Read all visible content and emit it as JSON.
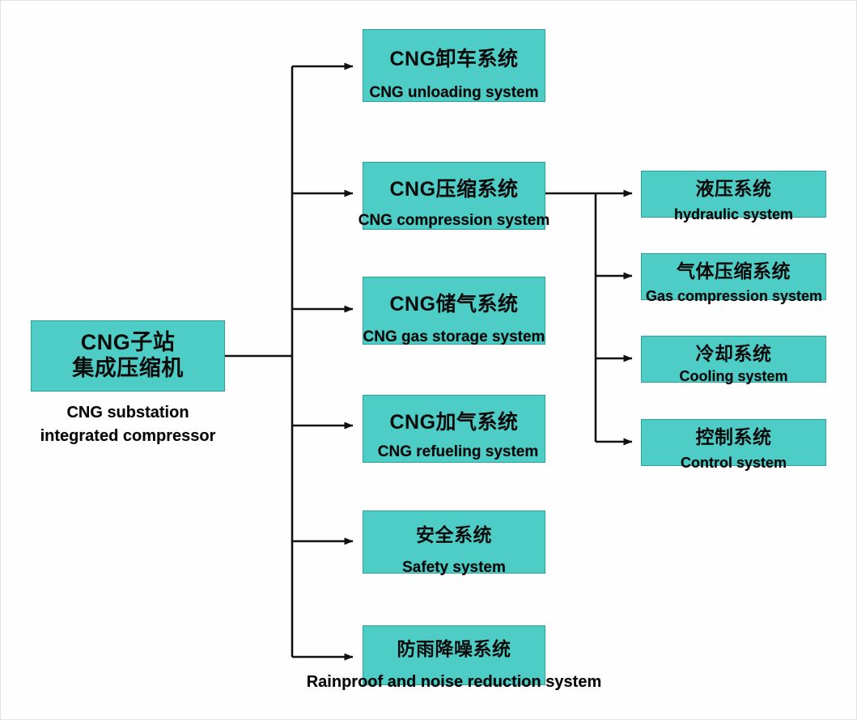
{
  "diagram": {
    "title": "CNG substation integrated compressor system breakdown",
    "colors": {
      "node_fill": "#4ecdc6",
      "node_border": "#2f9f99",
      "connector": "#111111",
      "text": "#0b0b0b",
      "background": "#fefefe"
    },
    "root": {
      "cn": "CNG子站\n集成压缩机",
      "en": "CNG substation\nintegrated compressor",
      "en_line1": "CNG substation",
      "en_line2": "integrated compressor"
    },
    "level2": [
      {
        "cn": "CNG卸车系统",
        "en": "CNG unloading system"
      },
      {
        "cn": "CNG压缩系统",
        "en": "CNG compression system"
      },
      {
        "cn": "CNG储气系统",
        "en": "CNG gas storage system"
      },
      {
        "cn": "CNG加气系统",
        "en": "CNG refueling system"
      },
      {
        "cn": "安全系统",
        "en": "Safety system"
      },
      {
        "cn": "防雨降噪系统",
        "en": "Rainproof and noise reduction system"
      }
    ],
    "level3": [
      {
        "cn": "液压系统",
        "en": "hydraulic system"
      },
      {
        "cn": "气体压缩系统",
        "en": "Gas compression system"
      },
      {
        "cn": "冷却系统",
        "en": "Cooling system"
      },
      {
        "cn": "控制系统",
        "en": "Control system"
      }
    ]
  }
}
